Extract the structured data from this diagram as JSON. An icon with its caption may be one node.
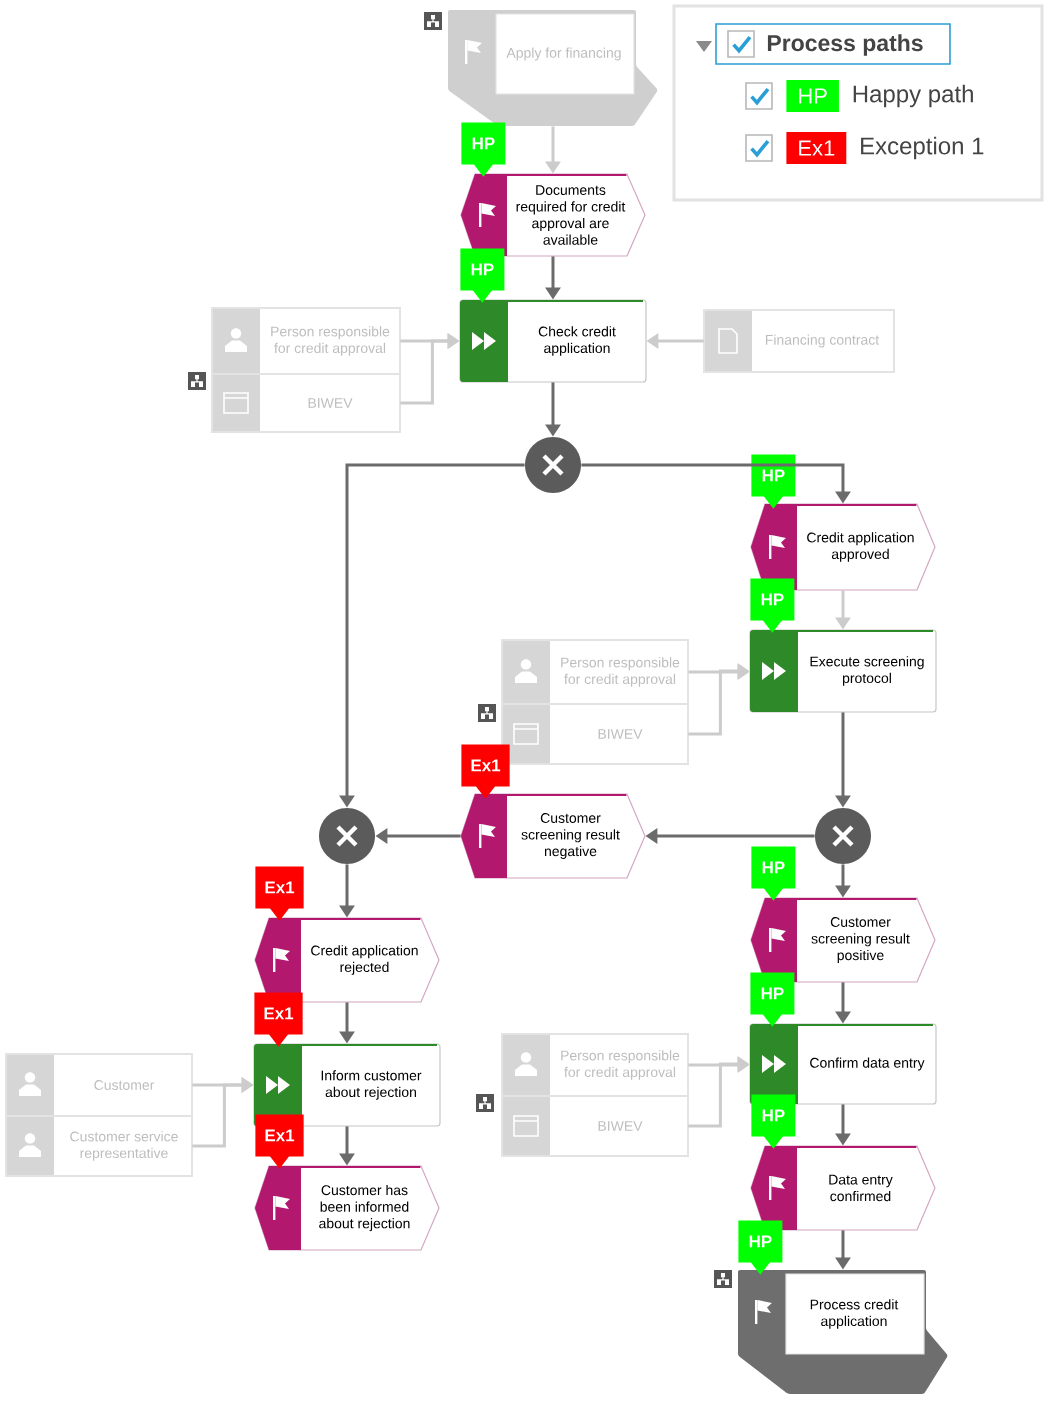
{
  "diagram": {
    "nodes": [
      {
        "text": [
          "Apply for financing"
        ]
      },
      {
        "text": [
          "Documents required for credit approval are available"
        ],
        "beside": [
          "HP"
        ]
      },
      {
        "text": [
          "Check credit application"
        ],
        "beside": [
          "HP"
        ]
      },
      {
        "text": [
          "Person responsible for credit approval"
        ]
      },
      {
        "text": [
          "BIWEV"
        ]
      },
      {
        "text": [
          "Financing contract"
        ]
      },
      {
        "text": [],
        "shape": "circle"
      },
      {
        "text": [
          "Credit application approved"
        ],
        "beside": [
          "HP"
        ]
      },
      {
        "text": [
          "Execute screening protocol"
        ],
        "beside": [
          "HP"
        ]
      },
      {
        "text": [
          "Person responsible for credit approval"
        ]
      },
      {
        "text": [
          "BIWEV"
        ]
      },
      {
        "text": [],
        "shape": "circle"
      },
      {
        "text": [
          "Customer screening result negative"
        ],
        "beside": [
          "Ex1"
        ]
      },
      {
        "text": [],
        "shape": "circle"
      },
      {
        "text": [
          "Credit application rejected"
        ],
        "beside": [
          "Ex1"
        ]
      },
      {
        "text": [
          "Customer screening result positive"
        ],
        "beside": [
          "HP"
        ]
      },
      {
        "text": [
          "Customer"
        ]
      },
      {
        "text": [
          "Customer service representative"
        ]
      },
      {
        "text": [
          "Inform customer about rejection"
        ],
        "beside": [
          "Ex1"
        ]
      },
      {
        "text": [
          "Person responsible for credit approval"
        ]
      },
      {
        "text": [
          "BIWEV"
        ]
      },
      {
        "text": [
          "Confirm data entry"
        ],
        "beside": [
          "HP"
        ]
      },
      {
        "text": [
          "Customer has been informed about rejection"
        ],
        "beside": [
          "Ex1"
        ]
      },
      {
        "text": [
          "Data entry confirmed"
        ],
        "beside": [
          "HP"
        ]
      },
      {
        "text": [
          "Process credit application"
        ],
        "beside": [
          "HP"
        ]
      }
    ],
    "edges": [
      {
        "from": 0,
        "to": 1,
        "arrow": "to",
        "color": "#cccccc"
      },
      {
        "from": 1,
        "to": 2,
        "arrow": "to"
      },
      {
        "from": 3,
        "to": 2,
        "arrow": "to",
        "color": "#cccccc"
      },
      {
        "from": 4,
        "to": 2,
        "arrow": "to",
        "color": "#cccccc"
      },
      {
        "from": 5,
        "to": 2,
        "arrow": "to",
        "color": "#cccccc"
      },
      {
        "from": 2,
        "to": 6,
        "arrow": "to"
      },
      {
        "from": 6,
        "to": 7,
        "arrow": "to"
      },
      {
        "from": 6,
        "to": 11,
        "arrow": "to"
      },
      {
        "from": 7,
        "to": 8,
        "arrow": "to",
        "color": "#cccccc"
      },
      {
        "from": 9,
        "to": 8,
        "arrow": "to",
        "color": "#cccccc"
      },
      {
        "from": 10,
        "to": 8,
        "arrow": "to",
        "color": "#cccccc"
      },
      {
        "from": 8,
        "to": 13,
        "arrow": "to"
      },
      {
        "from": 13,
        "to": 12,
        "arrow": "to"
      },
      {
        "from": 12,
        "to": 11,
        "arrow": "to"
      },
      {
        "from": 13,
        "to": 15,
        "arrow": "to"
      },
      {
        "from": 11,
        "to": 14,
        "arrow": "to"
      },
      {
        "from": 14,
        "to": 18,
        "arrow": "to"
      },
      {
        "from": 16,
        "to": 18,
        "arrow": "to",
        "color": "#cccccc"
      },
      {
        "from": 17,
        "to": 18,
        "arrow": "to",
        "color": "#cccccc"
      },
      {
        "from": 18,
        "to": 22,
        "arrow": "to"
      },
      {
        "from": 15,
        "to": 21,
        "arrow": "to"
      },
      {
        "from": 19,
        "to": 21,
        "arrow": "to",
        "color": "#cccccc"
      },
      {
        "from": 20,
        "to": 21,
        "arrow": "to",
        "color": "#cccccc"
      },
      {
        "from": 21,
        "to": 23,
        "arrow": "to"
      },
      {
        "from": 23,
        "to": 24,
        "arrow": "to"
      }
    ],
    "labels": [
      "Process paths",
      "HP",
      "Ex1"
    ],
    "legend": [
      {
        "text": "Happy path",
        "color": "#00ff00"
      },
      {
        "text": "Exception 1",
        "color": "#ff0000"
      }
    ]
  }
}
